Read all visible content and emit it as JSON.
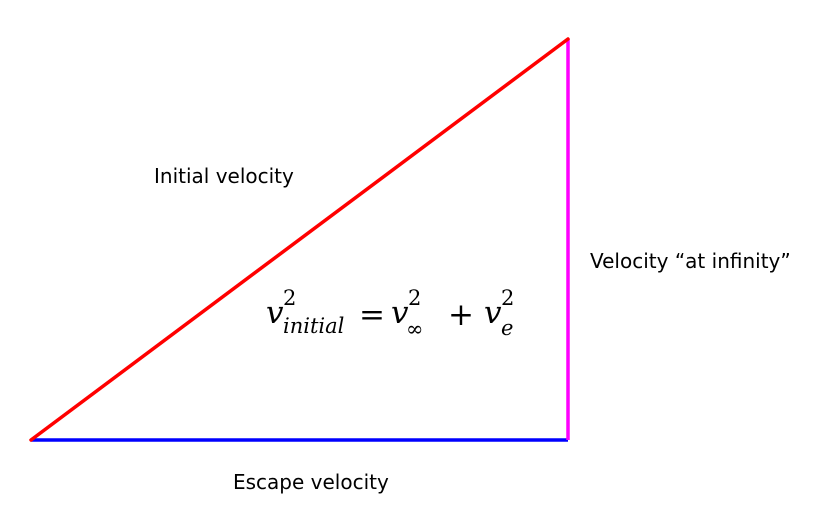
{
  "diagram": {
    "labels": {
      "hypotenuse": "Initial velocity",
      "vertical": "Velocity “at infinity”",
      "base": "Escape velocity"
    },
    "equation": {
      "lhs_var": "v",
      "lhs_sup": "2",
      "lhs_sub": "initial",
      "equals": "=",
      "term1_var": "v",
      "term1_sup": "2",
      "term1_sub": "∞",
      "plus": "+",
      "term2_var": "v",
      "term2_sup": "2",
      "term2_sub": "e"
    },
    "colors": {
      "hypotenuse": "#ff0000",
      "vertical": "#ff00ff",
      "base": "#0000ff"
    }
  }
}
